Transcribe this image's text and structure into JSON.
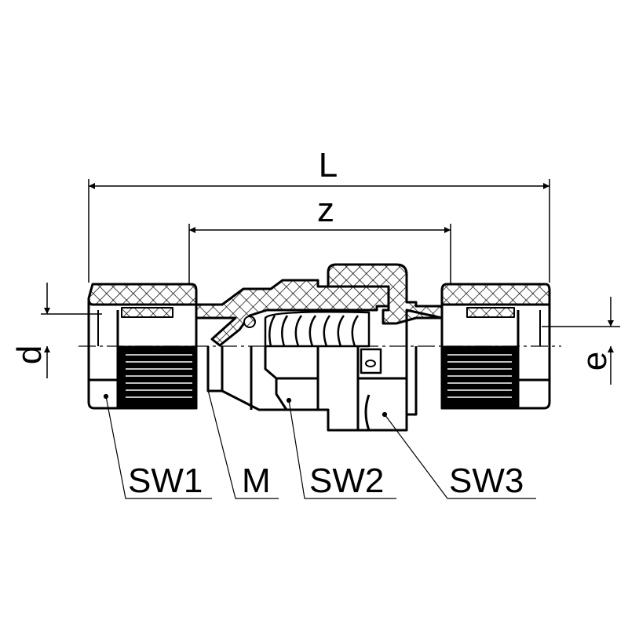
{
  "dimensions": {
    "overall_length": "L",
    "insertion_length": "z",
    "left_bore": "d",
    "right_bore": "e"
  },
  "callouts": {
    "sw1": "SW1",
    "m": "M",
    "sw2": "SW2",
    "sw3": "SW3"
  },
  "colors": {
    "line": "#000000",
    "background": "#ffffff"
  }
}
